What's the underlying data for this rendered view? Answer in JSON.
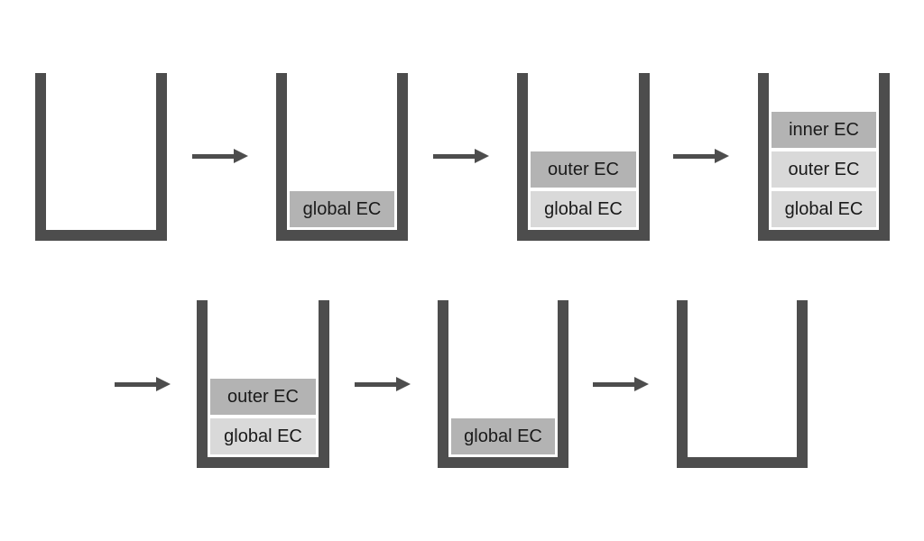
{
  "colors": {
    "background": "#ffffff",
    "wall": "#4d4d4d",
    "active_frame": "#b3b3b3",
    "inactive_frame": "#d9d9d9",
    "text": "#1a1a1a"
  },
  "stacks": [
    {
      "step": 1,
      "frames": []
    },
    {
      "step": 2,
      "frames": [
        {
          "label": "global EC",
          "emphasis": "active"
        }
      ]
    },
    {
      "step": 3,
      "frames": [
        {
          "label": "outer EC",
          "emphasis": "active"
        },
        {
          "label": "global EC",
          "emphasis": "normal"
        }
      ]
    },
    {
      "step": 4,
      "frames": [
        {
          "label": "inner EC",
          "emphasis": "active"
        },
        {
          "label": "outer EC",
          "emphasis": "normal"
        },
        {
          "label": "global EC",
          "emphasis": "normal"
        }
      ]
    },
    {
      "step": 5,
      "frames": [
        {
          "label": "outer EC",
          "emphasis": "active"
        },
        {
          "label": "global EC",
          "emphasis": "normal"
        }
      ]
    },
    {
      "step": 6,
      "frames": [
        {
          "label": "global EC",
          "emphasis": "active"
        }
      ]
    },
    {
      "step": 7,
      "frames": []
    }
  ],
  "arrows": [
    {
      "direction": "right"
    },
    {
      "direction": "right"
    },
    {
      "direction": "right"
    },
    {
      "direction": "right"
    },
    {
      "direction": "right"
    },
    {
      "direction": "right"
    }
  ]
}
